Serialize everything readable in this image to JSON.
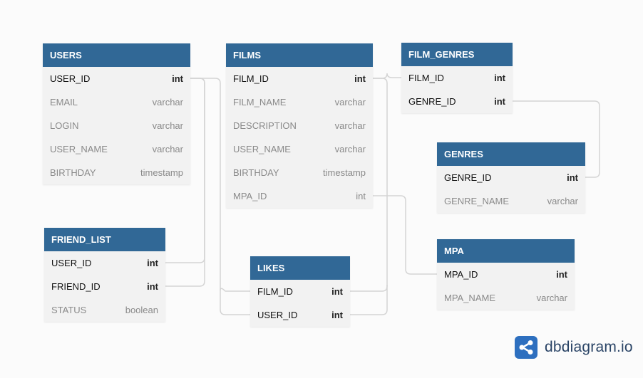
{
  "tables": {
    "users": {
      "name": "USERS",
      "columns": [
        {
          "name": "USER_ID",
          "type": "int",
          "pk": true
        },
        {
          "name": "EMAIL",
          "type": "varchar",
          "pk": false
        },
        {
          "name": "LOGIN",
          "type": "varchar",
          "pk": false
        },
        {
          "name": "USER_NAME",
          "type": "varchar",
          "pk": false
        },
        {
          "name": "BIRTHDAY",
          "type": "timestamp",
          "pk": false
        }
      ]
    },
    "films": {
      "name": "FILMS",
      "columns": [
        {
          "name": "FILM_ID",
          "type": "int",
          "pk": true
        },
        {
          "name": "FILM_NAME",
          "type": "varchar",
          "pk": false
        },
        {
          "name": "DESCRIPTION",
          "type": "varchar",
          "pk": false
        },
        {
          "name": "USER_NAME",
          "type": "varchar",
          "pk": false
        },
        {
          "name": "BIRTHDAY",
          "type": "timestamp",
          "pk": false
        },
        {
          "name": "MPA_ID",
          "type": "int",
          "pk": false
        }
      ]
    },
    "film_genres": {
      "name": "FILM_GENRES",
      "columns": [
        {
          "name": "FILM_ID",
          "type": "int",
          "pk": true
        },
        {
          "name": "GENRE_ID",
          "type": "int",
          "pk": true
        }
      ]
    },
    "genres": {
      "name": "GENRES",
      "columns": [
        {
          "name": "GENRE_ID",
          "type": "int",
          "pk": true
        },
        {
          "name": "GENRE_NAME",
          "type": "varchar",
          "pk": false
        }
      ]
    },
    "friend_list": {
      "name": "FRIEND_LIST",
      "columns": [
        {
          "name": "USER_ID",
          "type": "int",
          "pk": true
        },
        {
          "name": "FRIEND_ID",
          "type": "int",
          "pk": true
        },
        {
          "name": "STATUS",
          "type": "boolean",
          "pk": false
        }
      ]
    },
    "likes": {
      "name": "LIKES",
      "columns": [
        {
          "name": "FILM_ID",
          "type": "int",
          "pk": true
        },
        {
          "name": "USER_ID",
          "type": "int",
          "pk": true
        }
      ]
    },
    "mpa": {
      "name": "MPA",
      "columns": [
        {
          "name": "MPA_ID",
          "type": "int",
          "pk": true
        },
        {
          "name": "MPA_NAME",
          "type": "varchar",
          "pk": false
        }
      ]
    }
  },
  "relations": [
    {
      "from": "users.USER_ID",
      "to": "friend_list.USER_ID"
    },
    {
      "from": "users.USER_ID",
      "to": "friend_list.FRIEND_ID"
    },
    {
      "from": "users.USER_ID",
      "to": "likes.USER_ID"
    },
    {
      "from": "films.FILM_ID",
      "to": "film_genres.FILM_ID"
    },
    {
      "from": "films.FILM_ID",
      "to": "likes.FILM_ID"
    },
    {
      "from": "film_genres.GENRE_ID",
      "to": "genres.GENRE_ID"
    },
    {
      "from": "films.MPA_ID",
      "to": "mpa.MPA_ID"
    }
  ],
  "brand": {
    "name": "dbdiagram.io",
    "icon": "dbdiagram-logo-icon",
    "color": "#2d6fbf"
  },
  "colors": {
    "header": "#316896",
    "body": "#f2f2f2",
    "link": "#d4d4d4"
  }
}
